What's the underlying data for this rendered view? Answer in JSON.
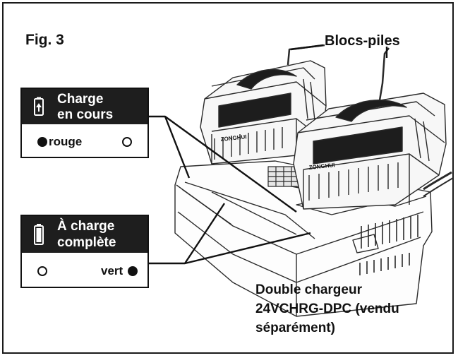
{
  "figure_label": "Fig. 3",
  "labels": {
    "battery_packs": "Blocs-piles",
    "charger_line1": "Double chargeur",
    "charger_line2": "24VCHRG-DPC (vendu",
    "charger_line3": "séparément)"
  },
  "charging_card": {
    "title_line1": "Charge",
    "title_line2": "en cours",
    "left_indicator": "rouge",
    "icon": "battery-charging-icon"
  },
  "charged_card": {
    "title_line1": "À charge",
    "title_line2": "complète",
    "right_indicator": "vert",
    "icon": "battery-full-icon"
  },
  "battery_brand_text": "ZONGHUI"
}
